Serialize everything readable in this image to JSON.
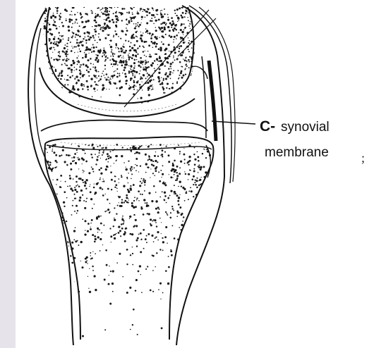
{
  "figure": {
    "label_c": {
      "letter": "C-",
      "line1": "synovial",
      "line2": "membrane",
      "trailing_mark": ";"
    }
  },
  "colors": {
    "background_margin": "#e6e3ea",
    "paper": "#ffffff",
    "ink": "#111111"
  }
}
